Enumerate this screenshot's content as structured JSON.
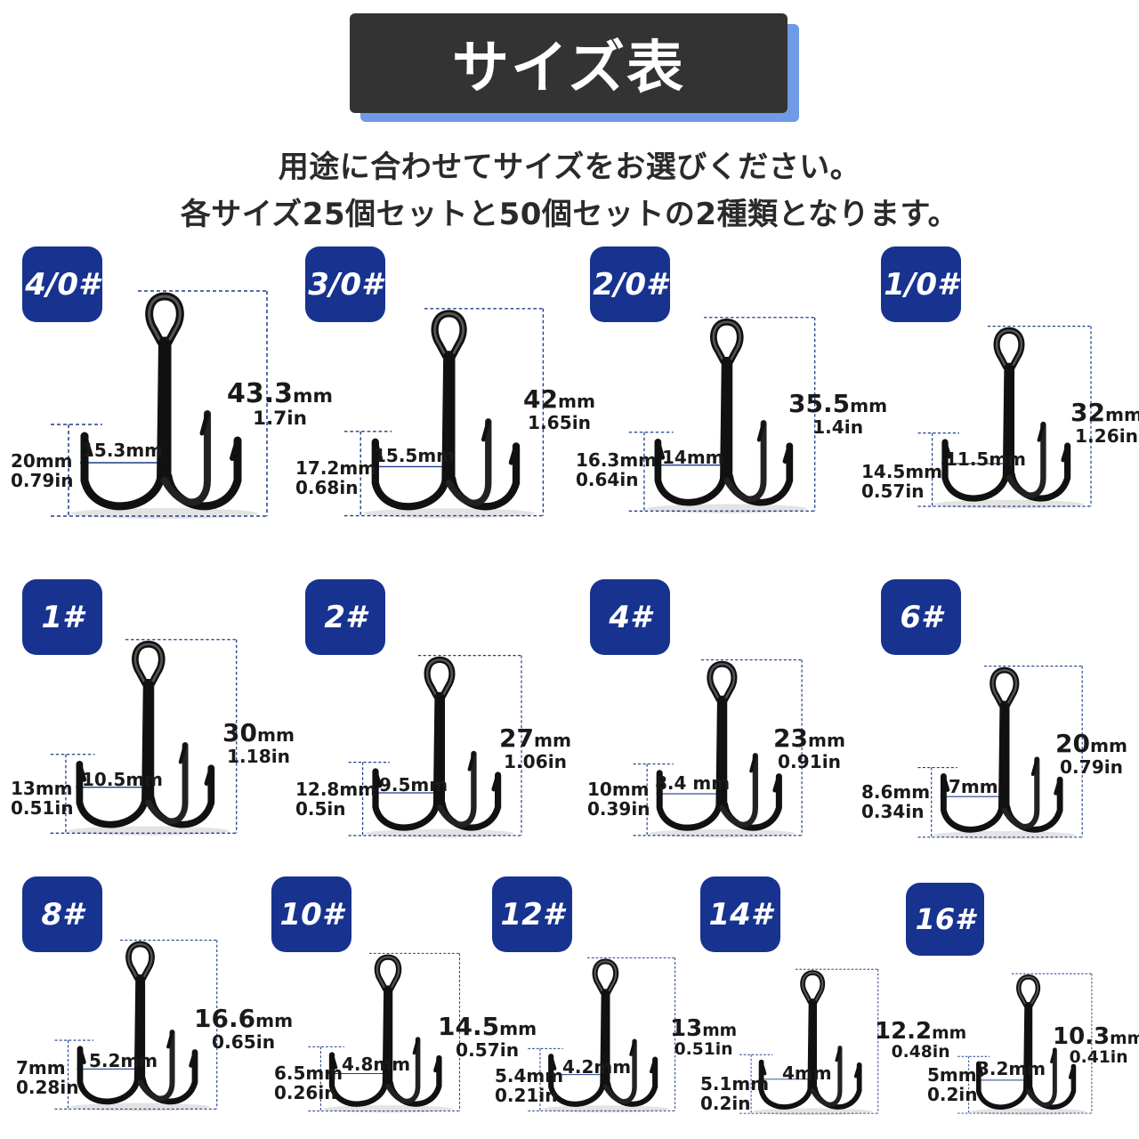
{
  "title": "サイズ表",
  "subtitle_lines": [
    "用途に合わせてサイズをお選びください。",
    "各サイズ25個セットと50個セットの2種類となります。"
  ],
  "colors": {
    "badge": "#17338f",
    "title_bg": "#333333",
    "title_shadow": "#6f9ae6",
    "dim_line": "#1f3f8a"
  },
  "sizes": [
    {
      "label": "4/0#",
      "total_mm": "43.3",
      "total_in": "1.7",
      "gap": "15.3mm",
      "barb_mm": "20mm",
      "barb_in": "0.79in"
    },
    {
      "label": "3/0#",
      "total_mm": "42",
      "total_in": "1.65",
      "gap": "15.5mm",
      "barb_mm": "17.2mm",
      "barb_in": "0.68in"
    },
    {
      "label": "2/0#",
      "total_mm": "35.5",
      "total_in": "1.4",
      "gap": "14mm",
      "barb_mm": "16.3mm",
      "barb_in": "0.64in"
    },
    {
      "label": "1/0#",
      "total_mm": "32",
      "total_in": "1.26",
      "gap": "11.5mm",
      "barb_mm": "14.5mm",
      "barb_in": "0.57in"
    },
    {
      "label": "1#",
      "total_mm": "30",
      "total_in": "1.18",
      "gap": "10.5mm",
      "barb_mm": "13mm",
      "barb_in": "0.51in"
    },
    {
      "label": "2#",
      "total_mm": "27",
      "total_in": "1.06",
      "gap": "9.5mm",
      "barb_mm": "12.8mm",
      "barb_in": "0.5in"
    },
    {
      "label": "4#",
      "total_mm": "23",
      "total_in": "0.91",
      "gap": "8.4 mm",
      "barb_mm": "10mm",
      "barb_in": "0.39in"
    },
    {
      "label": "6#",
      "total_mm": "20",
      "total_in": "0.79",
      "gap": "7mm",
      "barb_mm": "8.6mm",
      "barb_in": "0.34in"
    },
    {
      "label": "8#",
      "total_mm": "16.6",
      "total_in": "0.65",
      "gap": "5.2mm",
      "barb_mm": "7mm",
      "barb_in": "0.28in"
    },
    {
      "label": "10#",
      "total_mm": "14.5",
      "total_in": "0.57",
      "gap": "4.8mm",
      "barb_mm": "6.5mm",
      "barb_in": "0.26in"
    },
    {
      "label": "12#",
      "total_mm": "13",
      "total_in": "0.51",
      "gap": "4.2mm",
      "barb_mm": "5.4mm",
      "barb_in": "0.21in"
    },
    {
      "label": "14#",
      "total_mm": "12.2",
      "total_in": "0.48",
      "gap": "4mm",
      "barb_mm": "5.1mm",
      "barb_in": "0.2in"
    },
    {
      "label": "16#",
      "total_mm": "10.3",
      "total_in": "0.41",
      "gap": "3.2mm",
      "barb_mm": "5mm",
      "barb_in": "0.2in"
    }
  ],
  "unit_mm": "mm",
  "unit_in": "in"
}
